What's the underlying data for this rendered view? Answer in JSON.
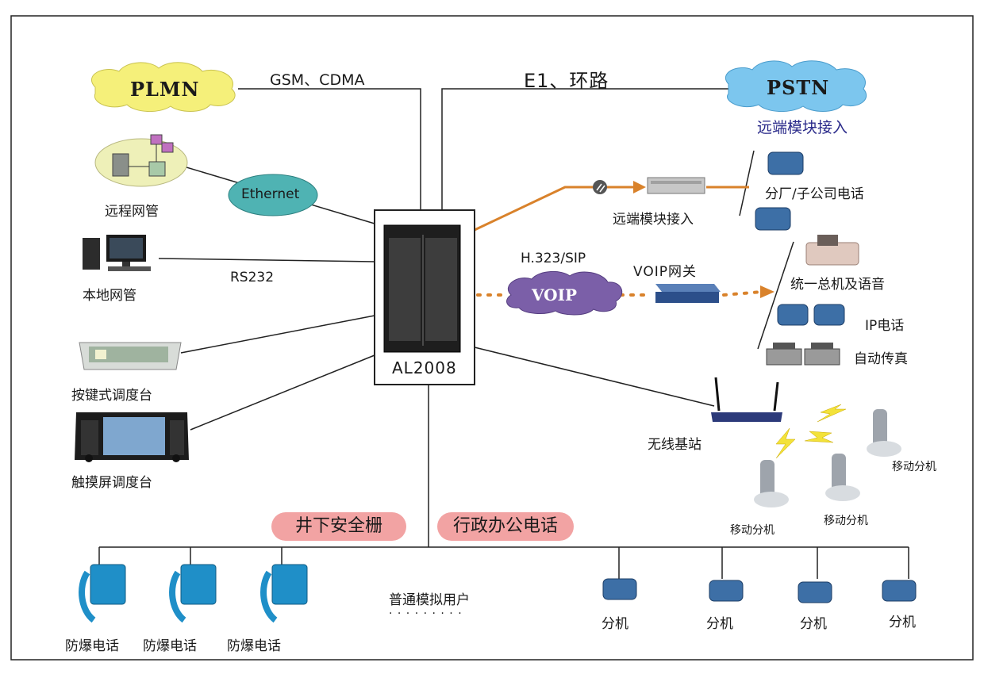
{
  "clouds": {
    "plmn": "PLMN",
    "pstn": "PSTN",
    "voip": "VOIP",
    "ethernet": "Ethernet"
  },
  "links": {
    "gsm_cdma": "GSM、CDMA",
    "e1_loop": "E1、环路",
    "rs232": "RS232",
    "h323_sip": "H.323/SIP",
    "remote_access_top": "远端模块接入"
  },
  "core": {
    "label": "AL2008"
  },
  "left_devices": {
    "remote_nms": "远程网管",
    "local_nms": "本地网管",
    "key_console": "按键式调度台",
    "touch_console": "触摸屏调度台"
  },
  "right_devices": {
    "remote_module": "远端模块接入",
    "branch_phone": "分厂/子公司电话",
    "voip_gateway": "VOIP网关",
    "unified_switch": "统一总机及语音",
    "ip_phone": "IP电话",
    "auto_fax": "自动传真",
    "wireless_base": "无线基站",
    "mobile_ext": "移动分机"
  },
  "bottom": {
    "mine_barrier": "井下安全栅",
    "office_phone": "行政办公电话",
    "analog_users": "普通模拟用户",
    "dots": "· · · · · · · · ·",
    "explosion_phone": "防爆电话",
    "extension": "分机"
  },
  "colors": {
    "plmn_cloud": "#f5f07a",
    "pstn_cloud": "#7cc6ee",
    "voip_cloud": "#7b5fa8",
    "ethernet_cloud": "#4fb3b3",
    "orange_link": "#d9822b",
    "pill": "#f2a3a3",
    "pstn_caption": "#2a2a8a"
  }
}
